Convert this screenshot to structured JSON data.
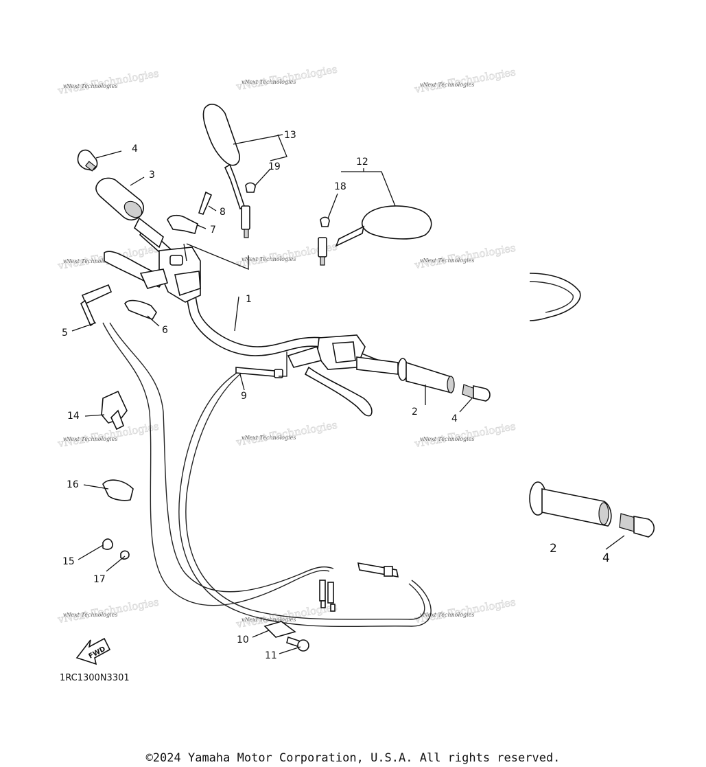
{
  "diagram": {
    "callouts": [
      {
        "id": "c1",
        "text": "1"
      },
      {
        "id": "c2",
        "text": "2"
      },
      {
        "id": "c2b",
        "text": "2"
      },
      {
        "id": "c3",
        "text": "3"
      },
      {
        "id": "c4a",
        "text": "4"
      },
      {
        "id": "c4b",
        "text": "4"
      },
      {
        "id": "c4c",
        "text": "4"
      },
      {
        "id": "c5",
        "text": "5"
      },
      {
        "id": "c6",
        "text": "6"
      },
      {
        "id": "c7",
        "text": "7"
      },
      {
        "id": "c8",
        "text": "8"
      },
      {
        "id": "c9",
        "text": "9"
      },
      {
        "id": "c10",
        "text": "10"
      },
      {
        "id": "c11",
        "text": "11"
      },
      {
        "id": "c12",
        "text": "12"
      },
      {
        "id": "c13",
        "text": "13"
      },
      {
        "id": "c14",
        "text": "14"
      },
      {
        "id": "c15",
        "text": "15"
      },
      {
        "id": "c16",
        "text": "16"
      },
      {
        "id": "c17",
        "text": "17"
      },
      {
        "id": "c18",
        "text": "18"
      },
      {
        "id": "c19",
        "text": "19"
      }
    ],
    "watermark_text": "vNext Technologies",
    "fwd_label": "FWD",
    "diagram_code": "1RC1300N3301"
  },
  "footer": {
    "copyright": "©2024 Yamaha Motor Corporation, U.S.A. All rights reserved."
  }
}
